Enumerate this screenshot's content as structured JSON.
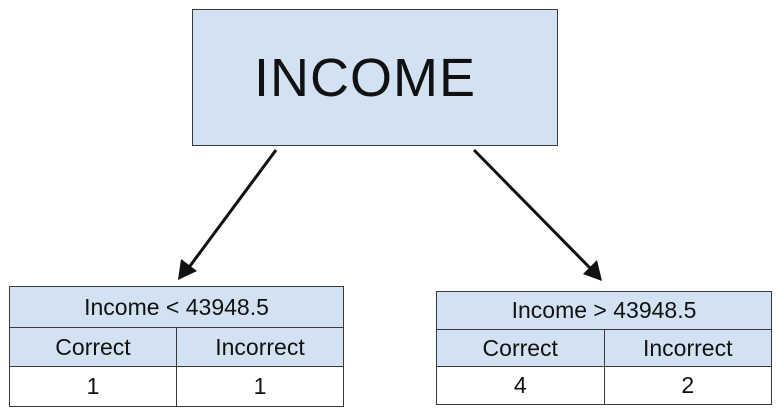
{
  "root": {
    "label": "INCOME",
    "fill": "#d3e2f3"
  },
  "branches": [
    {
      "condition": "Income < 43948.5",
      "columns": [
        "Correct",
        "Incorrect"
      ],
      "values": [
        "1",
        "1"
      ]
    },
    {
      "condition": "Income > 43948.5",
      "columns": [
        "Correct",
        "Incorrect"
      ],
      "values": [
        "4",
        "2"
      ]
    }
  ],
  "colors": {
    "node_fill": "#d3e2f3",
    "border": "#3a3a3a",
    "arrow": "#111111",
    "text": "#111111"
  }
}
